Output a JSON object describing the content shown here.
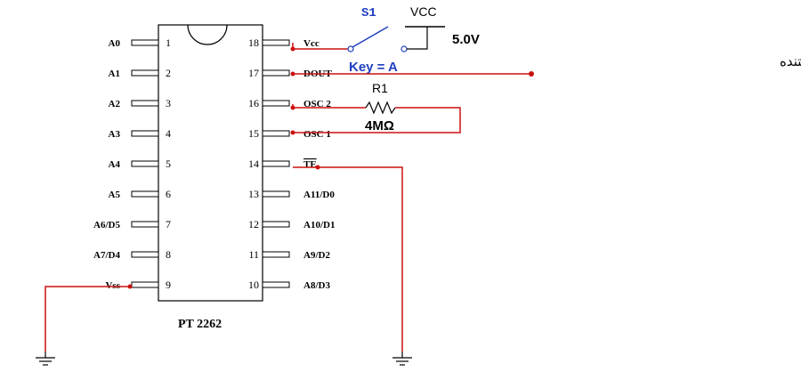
{
  "chip": {
    "name": "PT 2262",
    "left_pins": [
      {
        "label": "A0",
        "num": "1"
      },
      {
        "label": "A1",
        "num": "2"
      },
      {
        "label": "A2",
        "num": "3"
      },
      {
        "label": "A3",
        "num": "4"
      },
      {
        "label": "A4",
        "num": "5"
      },
      {
        "label": "A5",
        "num": "6"
      },
      {
        "label": "A6/D5",
        "num": "7"
      },
      {
        "label": "A7/D4",
        "num": "8"
      },
      {
        "label": "Vss",
        "num": "9"
      }
    ],
    "right_pins": [
      {
        "label": "Vcc",
        "num": "18"
      },
      {
        "label": "DOUT",
        "num": "17"
      },
      {
        "label": "OSC 2",
        "num": "16"
      },
      {
        "label": "OSC 1",
        "num": "15"
      },
      {
        "label": "TE",
        "num": "14"
      },
      {
        "label": "A11/D0",
        "num": "13"
      },
      {
        "label": "A10/D1",
        "num": "12"
      },
      {
        "label": "A9/D2",
        "num": "11"
      },
      {
        "label": "A8/D3",
        "num": "10"
      }
    ]
  },
  "switch": {
    "label": "S1",
    "key": "Key = A"
  },
  "supply": {
    "label": "VCC",
    "voltage": "5.0V"
  },
  "resistor": {
    "label": "R1",
    "value": "4MΩ"
  },
  "data_note": "به سمت پایه DATA ماژول فرستنده",
  "colors": {
    "wire": "#cc1111",
    "switch_text": "#1f3fbf"
  }
}
